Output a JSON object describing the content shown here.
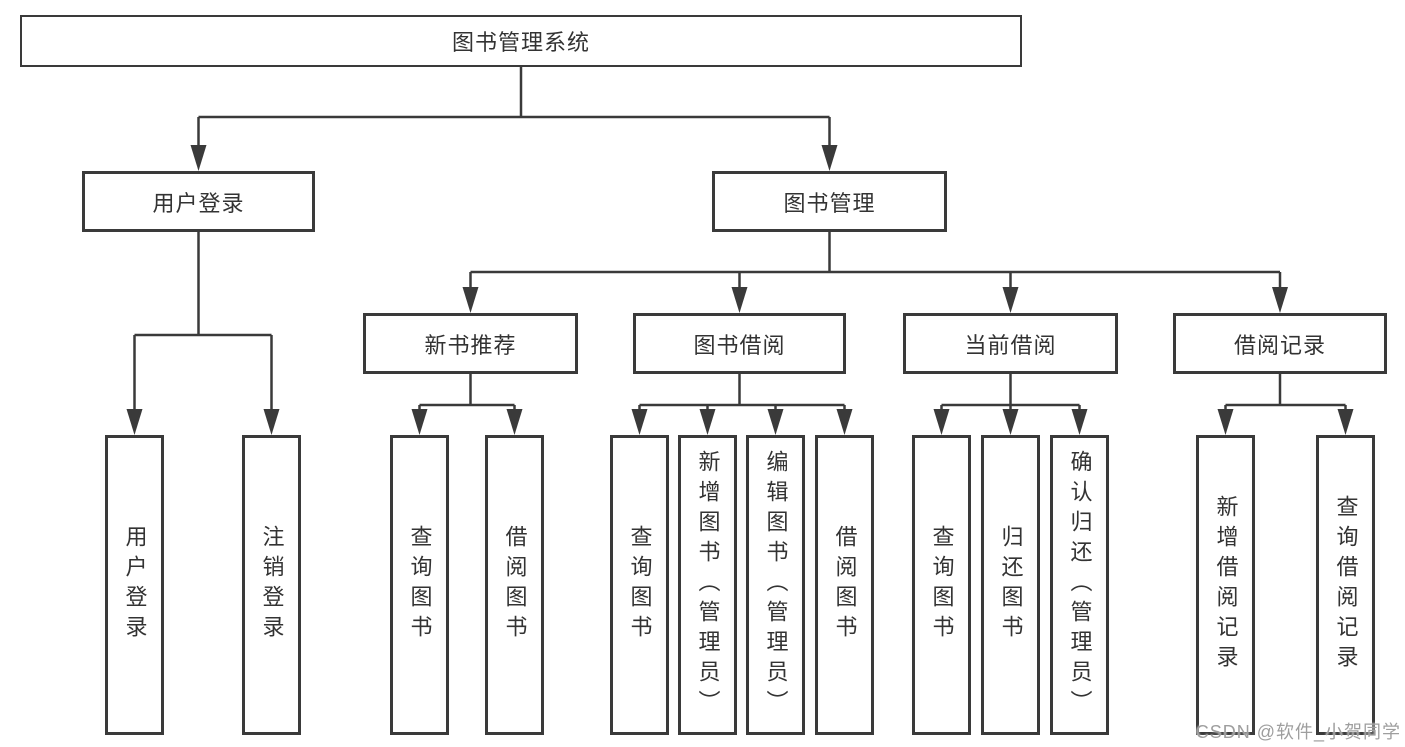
{
  "colors": {
    "line": "#3a3a3a",
    "box_border": "#3a3a3a",
    "text": "#333333",
    "watermark_text": "#9e9e9e",
    "background": "#ffffff"
  },
  "tree": {
    "root": {
      "label": "图书管理系统"
    },
    "branches": [
      {
        "label": "用户登录",
        "children": [
          {
            "label": "用户登录"
          },
          {
            "label": "注销登录"
          }
        ]
      },
      {
        "label": "图书管理",
        "children": [
          {
            "label": "新书推荐",
            "children": [
              {
                "label": "查询图书"
              },
              {
                "label": "借阅图书"
              }
            ]
          },
          {
            "label": "图书借阅",
            "children": [
              {
                "label": "查询图书"
              },
              {
                "label": "新增图书（管理员）"
              },
              {
                "label": "编辑图书（管理员）"
              },
              {
                "label": "借阅图书"
              }
            ]
          },
          {
            "label": "当前借阅",
            "children": [
              {
                "label": "查询图书"
              },
              {
                "label": "归还图书"
              },
              {
                "label": "确认归还（管理员）"
              }
            ]
          },
          {
            "label": "借阅记录",
            "children": [
              {
                "label": "新增借阅记录"
              },
              {
                "label": "查询借阅记录"
              }
            ]
          }
        ]
      }
    ]
  },
  "watermark": {
    "text": "CSDN @软件_小贺同学"
  }
}
